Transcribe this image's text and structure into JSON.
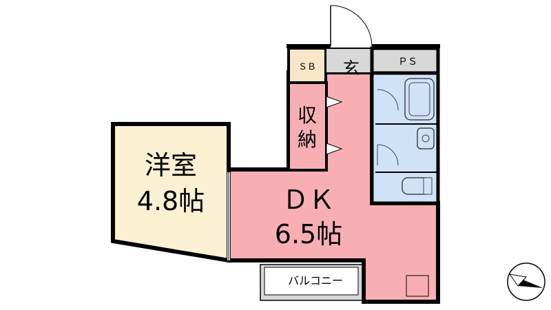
{
  "rooms": {
    "western": {
      "name": "洋室",
      "size": "4.8帖"
    },
    "dk": {
      "name": "ＤＫ",
      "size": "6.5帖"
    },
    "storage_a": "収",
    "storage_b": "納",
    "sb": "ＳＢ",
    "entrance": "玄",
    "ps": "ＰＳ",
    "balcony": "バルコニー"
  },
  "colors": {
    "western": "#fbf0d2",
    "dk": "#f8afb4",
    "wet_area": "#cfe2f8",
    "service": "#d8d8d8",
    "sb": "#f8e6c8",
    "wall": "#000000"
  }
}
